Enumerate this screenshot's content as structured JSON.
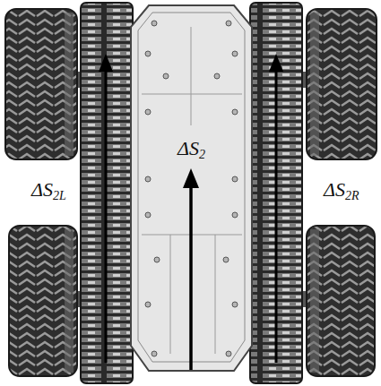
{
  "diagram": {
    "labels": [
      "ΔS2",
      "ΔS2L",
      "ΔS2R"
    ]
  }
}
